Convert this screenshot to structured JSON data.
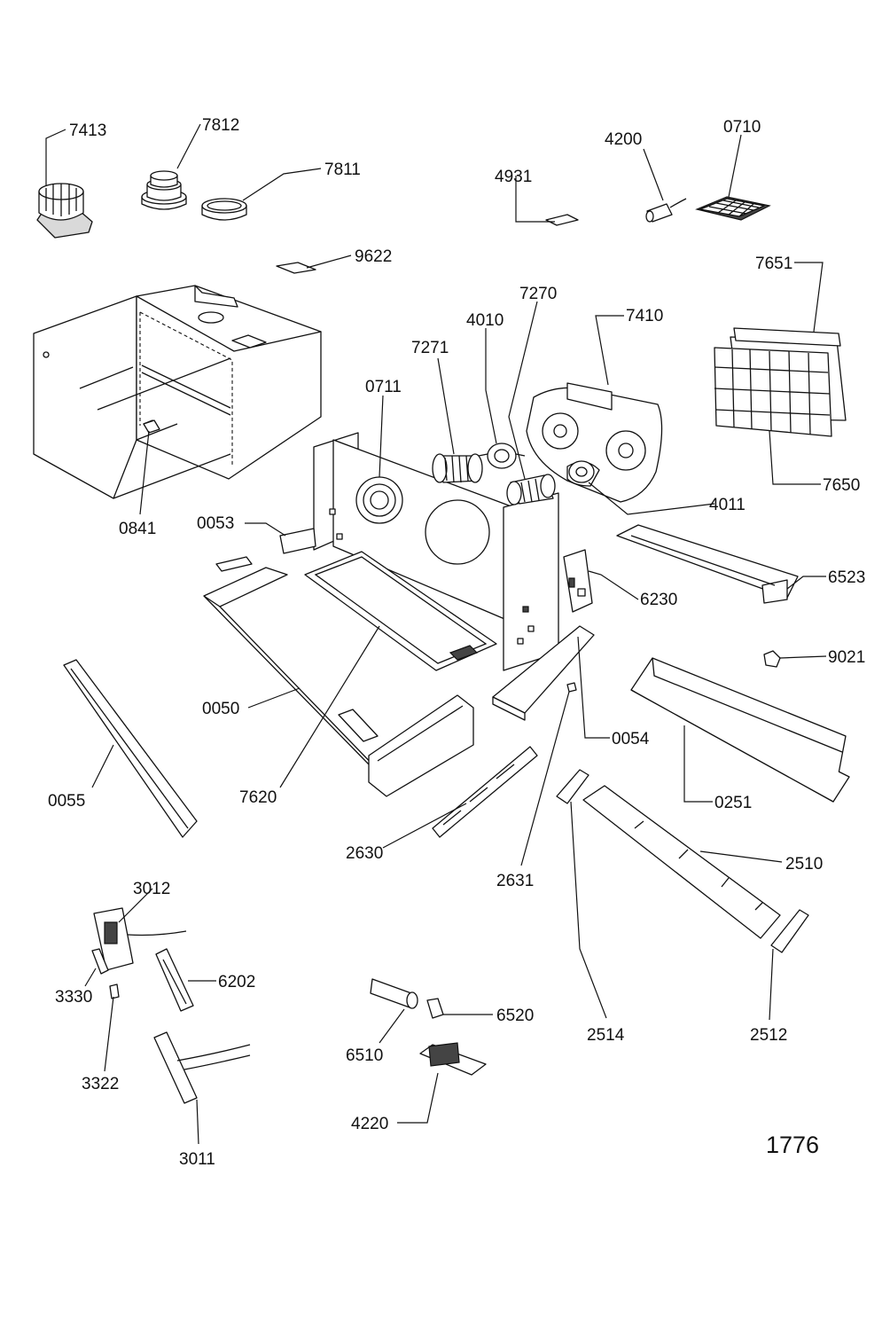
{
  "figure_number": "1776",
  "parts": [
    {
      "id": "7413",
      "label": "7413"
    },
    {
      "id": "7812",
      "label": "7812"
    },
    {
      "id": "7811",
      "label": "7811"
    },
    {
      "id": "4931",
      "label": "4931"
    },
    {
      "id": "4200",
      "label": "4200"
    },
    {
      "id": "0710",
      "label": "0710"
    },
    {
      "id": "9622",
      "label": "9622"
    },
    {
      "id": "7651",
      "label": "7651"
    },
    {
      "id": "7270",
      "label": "7270"
    },
    {
      "id": "7410",
      "label": "7410"
    },
    {
      "id": "4010",
      "label": "4010"
    },
    {
      "id": "7271",
      "label": "7271"
    },
    {
      "id": "0711",
      "label": "0711"
    },
    {
      "id": "7650",
      "label": "7650"
    },
    {
      "id": "4011",
      "label": "4011"
    },
    {
      "id": "0841",
      "label": "0841"
    },
    {
      "id": "0053",
      "label": "0053"
    },
    {
      "id": "6523",
      "label": "6523"
    },
    {
      "id": "6230",
      "label": "6230"
    },
    {
      "id": "9021",
      "label": "9021"
    },
    {
      "id": "0050",
      "label": "0050"
    },
    {
      "id": "0054",
      "label": "0054"
    },
    {
      "id": "0055",
      "label": "0055"
    },
    {
      "id": "7620",
      "label": "7620"
    },
    {
      "id": "0251",
      "label": "0251"
    },
    {
      "id": "2630",
      "label": "2630"
    },
    {
      "id": "2510",
      "label": "2510"
    },
    {
      "id": "2631",
      "label": "2631"
    },
    {
      "id": "3012",
      "label": "3012"
    },
    {
      "id": "6202",
      "label": "6202"
    },
    {
      "id": "3330",
      "label": "3330"
    },
    {
      "id": "6520",
      "label": "6520"
    },
    {
      "id": "3322",
      "label": "3322"
    },
    {
      "id": "6510",
      "label": "6510"
    },
    {
      "id": "2514",
      "label": "2514"
    },
    {
      "id": "2512",
      "label": "2512"
    },
    {
      "id": "4220",
      "label": "4220"
    },
    {
      "id": "3011",
      "label": "3011"
    }
  ]
}
